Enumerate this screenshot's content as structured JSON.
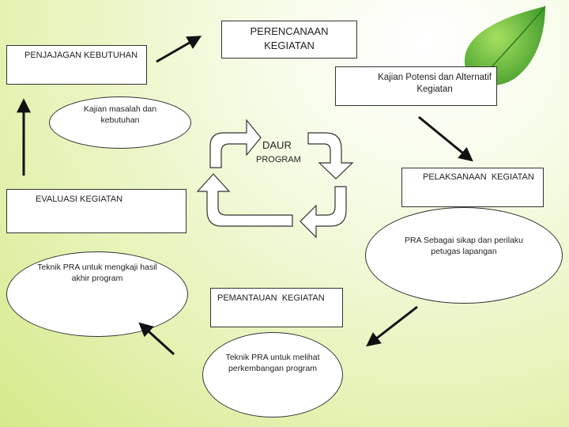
{
  "nodes": {
    "perencanaan": "PERENCANAAN\nKEGIATAN",
    "penjajagan": "PENJAJAGAN KEBUTUHAN",
    "kajian_potensi": "Kajian Potensi dan Alternatif\nKegiatan",
    "kajian_masalah": "Kajian masalah dan\nkebutuhan",
    "daur": "DAUR",
    "program": "PROGRAM",
    "pelaksanaan": "PELAKSANAAN  KEGIATAN",
    "evaluasi": "EVALUASI KEGIATAN",
    "pra_sikap": "PRA Sebagai sikap dan perilaku\npetugas lapangan",
    "teknik_kaji": "Teknik PRA untuk mengkaji hasil\nakhir program",
    "pemantauan": "PEMANTAUAN  KEGIATAN",
    "teknik_lihat": "Teknik PRA untuk melihat\nperkembangan program"
  },
  "colors": {
    "leaf_light": "#8fd14f",
    "leaf_dark": "#3f9a2a",
    "arrow": "#111111"
  }
}
